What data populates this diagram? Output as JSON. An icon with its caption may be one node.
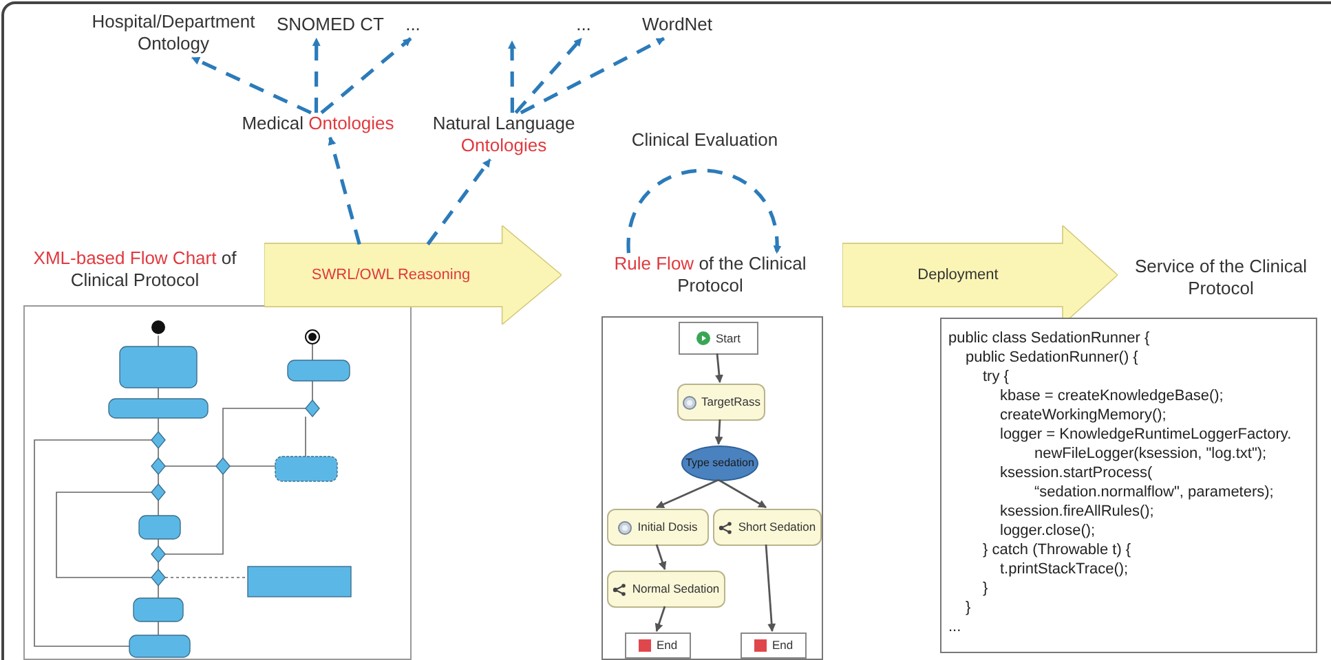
{
  "diagram": {
    "nodes": [
      {
        "text": [
          "Hospital/Department Ontology"
        ]
      },
      {
        "text": [
          "SNOMED CT"
        ]
      },
      {
        "text": [
          "..."
        ]
      },
      {
        "text": [
          "..."
        ]
      },
      {
        "text": [
          "WordNet"
        ]
      },
      {
        "text": [
          "Medical",
          "Ontologies"
        ]
      },
      {
        "text": [
          "Natural Language",
          "Ontologies"
        ]
      },
      {
        "text": [
          "SWRL/OWL Reasoning"
        ]
      },
      {
        "text": [
          "XML-based Flow Chart",
          "of Clinical Protocol"
        ]
      },
      {
        "text": [
          "Rule Flow",
          "of the Clinical Protocol"
        ]
      },
      {
        "text": [
          "Deployment"
        ]
      },
      {
        "text": [
          "Service of the Clinical Protocol"
        ]
      },
      {
        "text": [],
        "shape": "box"
      },
      {
        "text": [
          "Start"
        ],
        "in": 12
      },
      {
        "text": [
          "TargetRass"
        ],
        "in": 12
      },
      {
        "text": [
          "Type sedation"
        ],
        "in": 12
      },
      {
        "text": [
          "Initial Dosis"
        ],
        "in": 12
      },
      {
        "text": [
          "Short Sedation"
        ],
        "in": 12
      },
      {
        "text": [
          "Normal Sedation"
        ],
        "in": 12
      },
      {
        "text": [
          "End"
        ],
        "in": 12
      },
      {
        "text": [
          "End"
        ],
        "in": 12
      },
      {
        "text": [
          "public class SedationRunner {",
          "public SedationRunner() {",
          "try {",
          "kbase = createKnowledgeBase();",
          "createWorkingMemory();",
          "logger = KnowledgeRuntimeLoggerFactory.",
          "newFileLogger(ksession, \"log.txt\");",
          "ksession.startProcess(",
          "“sedation.normalflow\", parameters);",
          "ksession.fireAllRules();",
          "logger.close();",
          "} catch (Throwable t) {",
          "t.printStackTrace();",
          "}",
          "}",
          "..."
        ]
      }
    ],
    "edges": [
      {
        "from": 5,
        "to": 0,
        "arrow": "to",
        "style": "dashed"
      },
      {
        "from": 5,
        "to": 1,
        "arrow": "to",
        "style": "dashed"
      },
      {
        "from": 5,
        "to": 2,
        "arrow": "to",
        "style": "dashed"
      },
      {
        "from": 6,
        "to": null,
        "arrow": "to",
        "style": "dashed"
      },
      {
        "from": 6,
        "to": 3,
        "arrow": "to",
        "style": "dashed"
      },
      {
        "from": 6,
        "to": 4,
        "arrow": "to",
        "style": "dashed"
      },
      {
        "from": 7,
        "to": 5,
        "arrow": "to",
        "style": "dashed"
      },
      {
        "from": 7,
        "to": 6,
        "arrow": "to",
        "style": "dashed"
      },
      {
        "from": 9,
        "to": 9,
        "arrow": "to",
        "style": "dashed",
        "label": "Clinical Evaluation"
      },
      {
        "from": 13,
        "to": 14,
        "arrow": "to",
        "color": "#555555"
      },
      {
        "from": 14,
        "to": 15,
        "arrow": "to",
        "color": "#555555"
      },
      {
        "from": 15,
        "to": 16,
        "arrow": "to",
        "color": "#555555"
      },
      {
        "from": 15,
        "to": 17,
        "arrow": "to",
        "color": "#555555"
      },
      {
        "from": 16,
        "to": 18,
        "arrow": "to",
        "color": "#555555"
      },
      {
        "from": 18,
        "to": 19,
        "arrow": "to",
        "color": "#555555"
      },
      {
        "from": 17,
        "to": 20,
        "arrow": "to",
        "color": "#555555"
      }
    ]
  }
}
